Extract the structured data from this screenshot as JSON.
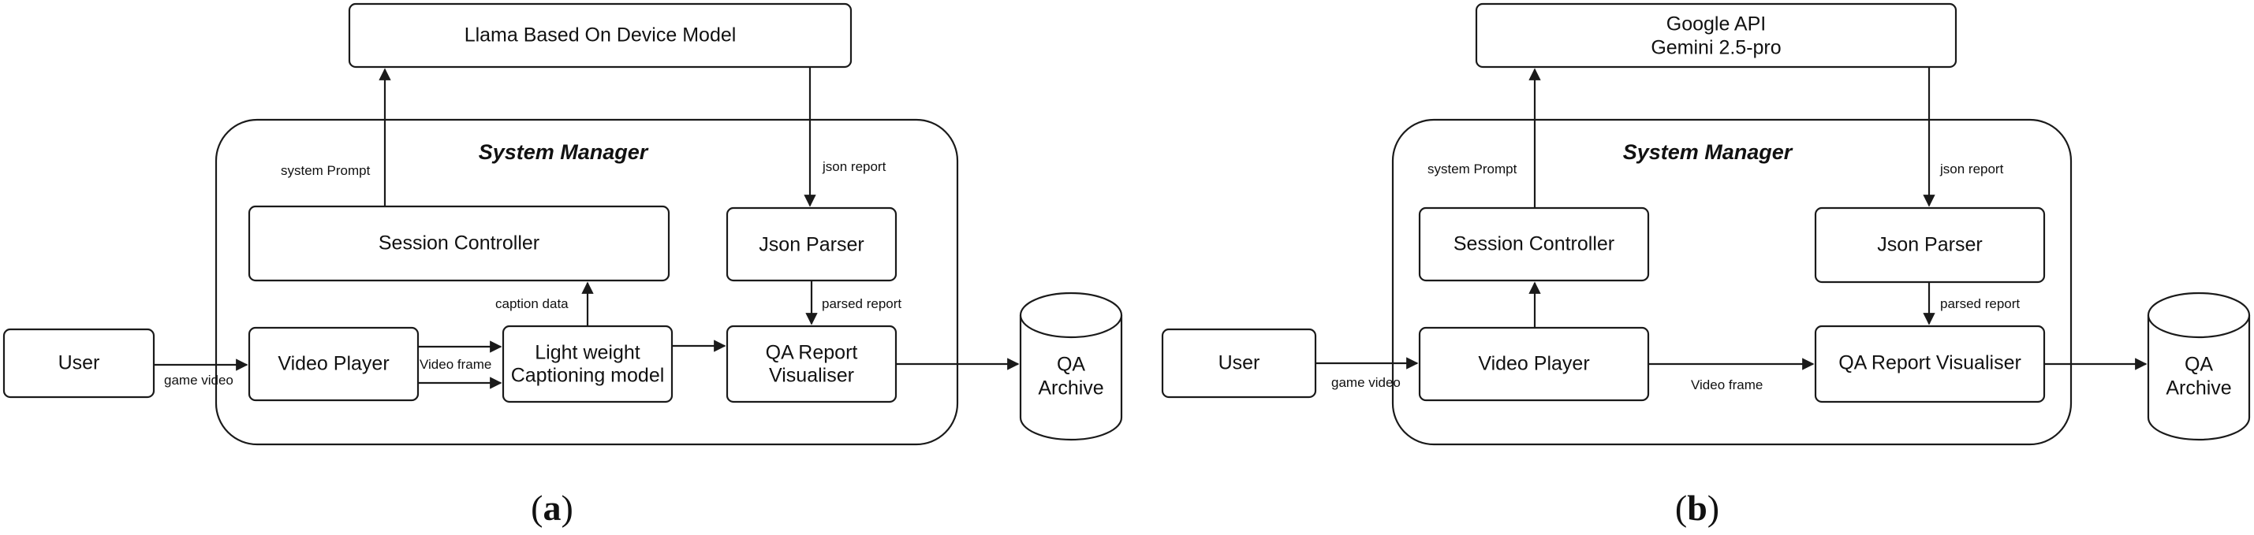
{
  "panel_a": {
    "model": "Llama Based On Device Model",
    "manager_title": "System Manager",
    "session_controller": "Session Controller",
    "json_parser": "Json Parser",
    "user": "User",
    "video_player": "Video Player",
    "captioning_model_line1": "Light weight",
    "captioning_model_line2": "Captioning model",
    "qa_visualiser_line1": "QA Report",
    "qa_visualiser_line2": "Visualiser",
    "archive_line1": "QA",
    "archive_line2": "Archive",
    "label_system_prompt": "system Prompt",
    "label_json_report": "json report",
    "label_caption_data": "caption data",
    "label_parsed_report": "parsed report",
    "label_game_video": "game video",
    "label_video_frame": "Video frame",
    "caption_letter": "a"
  },
  "panel_b": {
    "model_line1": "Google API",
    "model_line2": "Gemini 2.5-pro",
    "manager_title": "System Manager",
    "session_controller": "Session Controller",
    "json_parser": "Json Parser",
    "user": "User",
    "video_player": "Video Player",
    "qa_visualiser": "QA Report Visualiser",
    "archive_line1": "QA",
    "archive_line2": "Archive",
    "label_system_prompt": "system Prompt",
    "label_json_report": "json report",
    "label_parsed_report": "parsed report",
    "label_game_video": "game video",
    "label_video_frame": "Video frame",
    "caption_letter": "b"
  }
}
